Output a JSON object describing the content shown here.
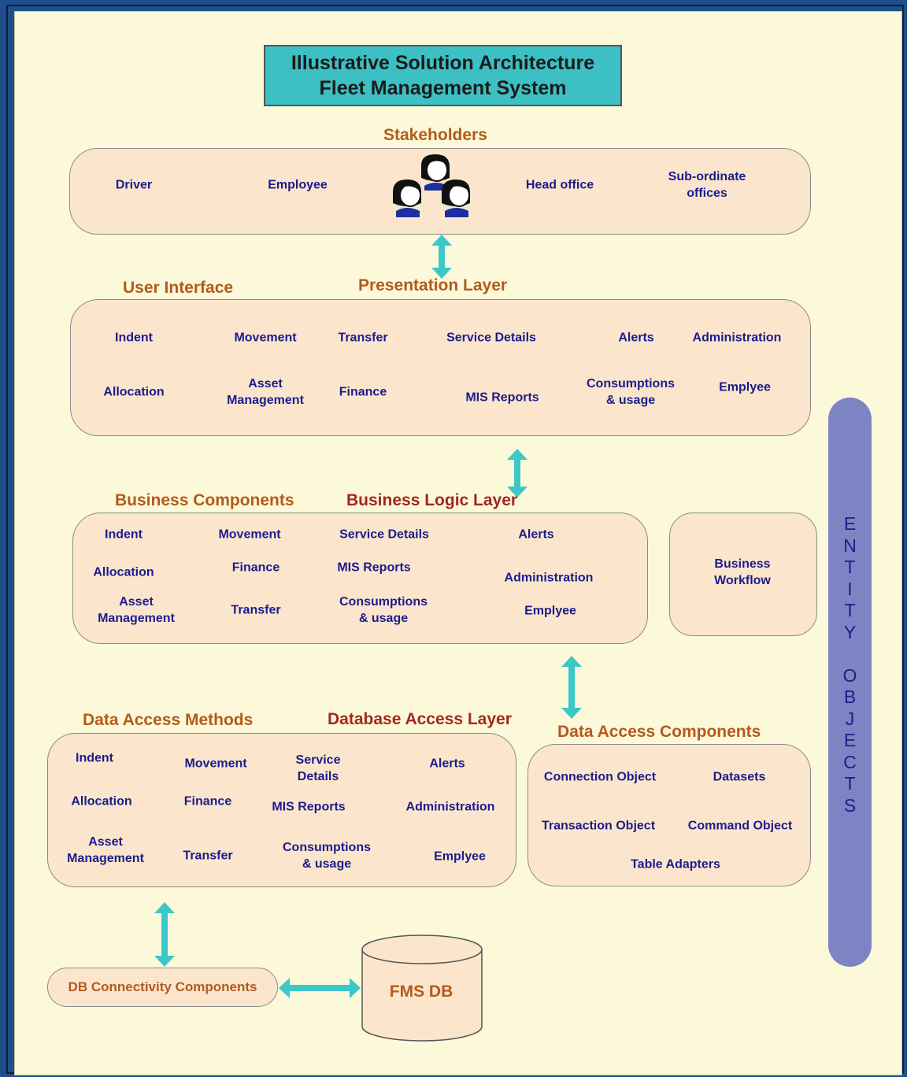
{
  "title": {
    "line1": "Illustrative Solution Architecture",
    "line2": "Fleet Management System"
  },
  "stakeholders": {
    "heading": "Stakeholders",
    "items": [
      "Driver",
      "Employee",
      "Head office",
      "Sub-ordinate\noffices"
    ]
  },
  "presentation": {
    "left_heading": "User Interface",
    "heading": "Presentation Layer",
    "items": [
      "Indent",
      "Movement",
      "Transfer",
      "Service Details",
      "Alerts",
      "Administration",
      "Allocation",
      "Asset\nManagement",
      "Finance",
      "MIS Reports",
      "Consumptions\n& usage",
      "Emplyee"
    ]
  },
  "business": {
    "left_heading": "Business Components",
    "heading": "Business Logic Layer",
    "items": [
      "Indent",
      "Movement",
      "Service Details",
      "Alerts",
      "Allocation",
      "Finance",
      "MIS Reports",
      "Administration",
      "Asset\nManagement",
      "Transfer",
      "Consumptions\n& usage",
      "Emplyee"
    ],
    "workflow": "Business\nWorkflow"
  },
  "data_access": {
    "left_heading": "Data Access Methods",
    "heading": "Database Access Layer",
    "items": [
      "Indent",
      "Movement",
      "Service\nDetails",
      "Alerts",
      "Allocation",
      "Finance",
      "MIS Reports",
      "Administration",
      "Asset\nManagement",
      "Transfer",
      "Consumptions\n& usage",
      "Emplyee"
    ]
  },
  "data_components": {
    "heading": "Data Access Components",
    "items": [
      "Connection Object",
      "Datasets",
      "Transaction Object",
      "Command Object",
      "Table Adapters"
    ]
  },
  "entity_objects": "E\nN\nT\nI\nT\nY\n\nO\nB\nJ\nE\nC\nT\nS",
  "db_connectivity": "DB Connectivity Components",
  "database": "FMS DB",
  "colors": {
    "canvas": "#fcf9da",
    "panel": "#fbe6cd",
    "title_fill": "#3cc0c4",
    "arrow": "#3cc8c8",
    "entity_bar": "#7e83c4",
    "item_text": "#1c1c8c",
    "heading_text": "#b45a1c"
  }
}
